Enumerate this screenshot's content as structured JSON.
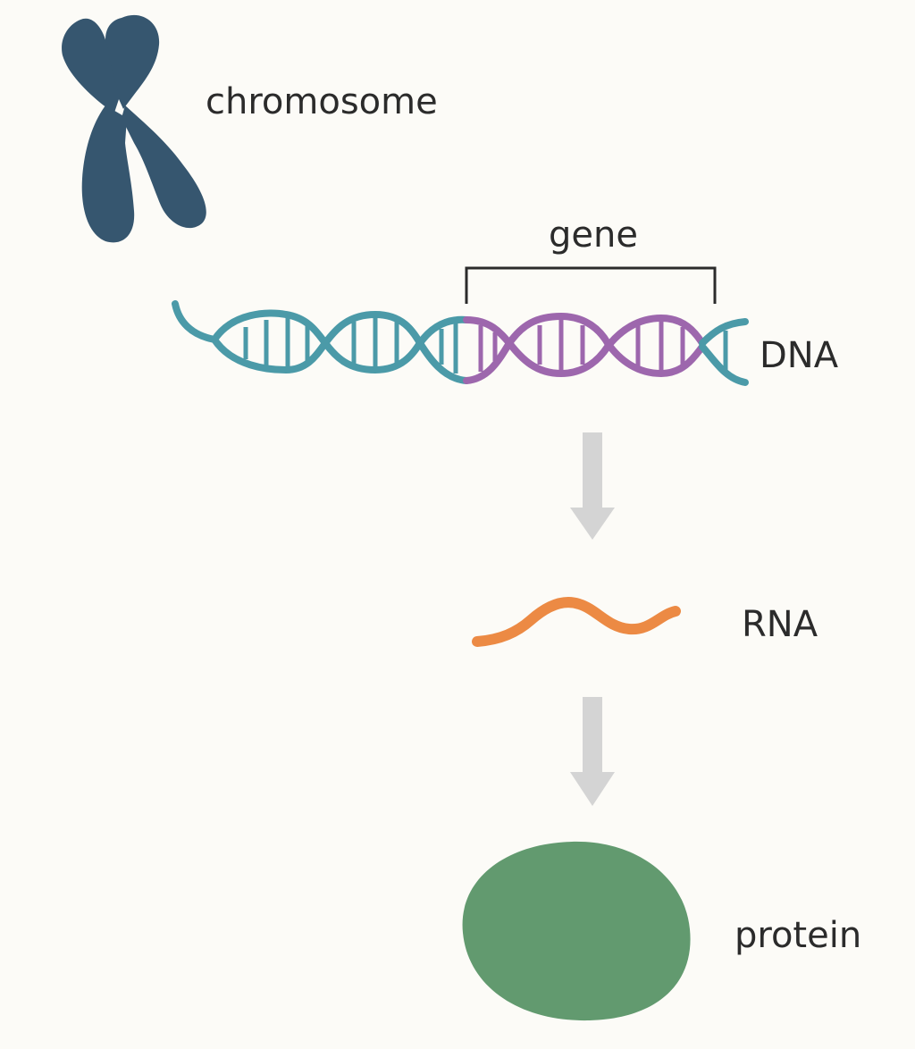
{
  "labels": {
    "chromosome": "chromosome",
    "gene": "gene",
    "dna": "DNA",
    "rna": "RNA",
    "protein": "protein"
  },
  "colors": {
    "background": "#fcfbf7",
    "chromosome": "#36566f",
    "dna_strand": "#4b9aa8",
    "gene_strand": "#9d67ad",
    "rna": "#ec8a44",
    "arrow": "#d4d4d4",
    "protein": "#629a6f",
    "text": "#2b2b2b"
  }
}
